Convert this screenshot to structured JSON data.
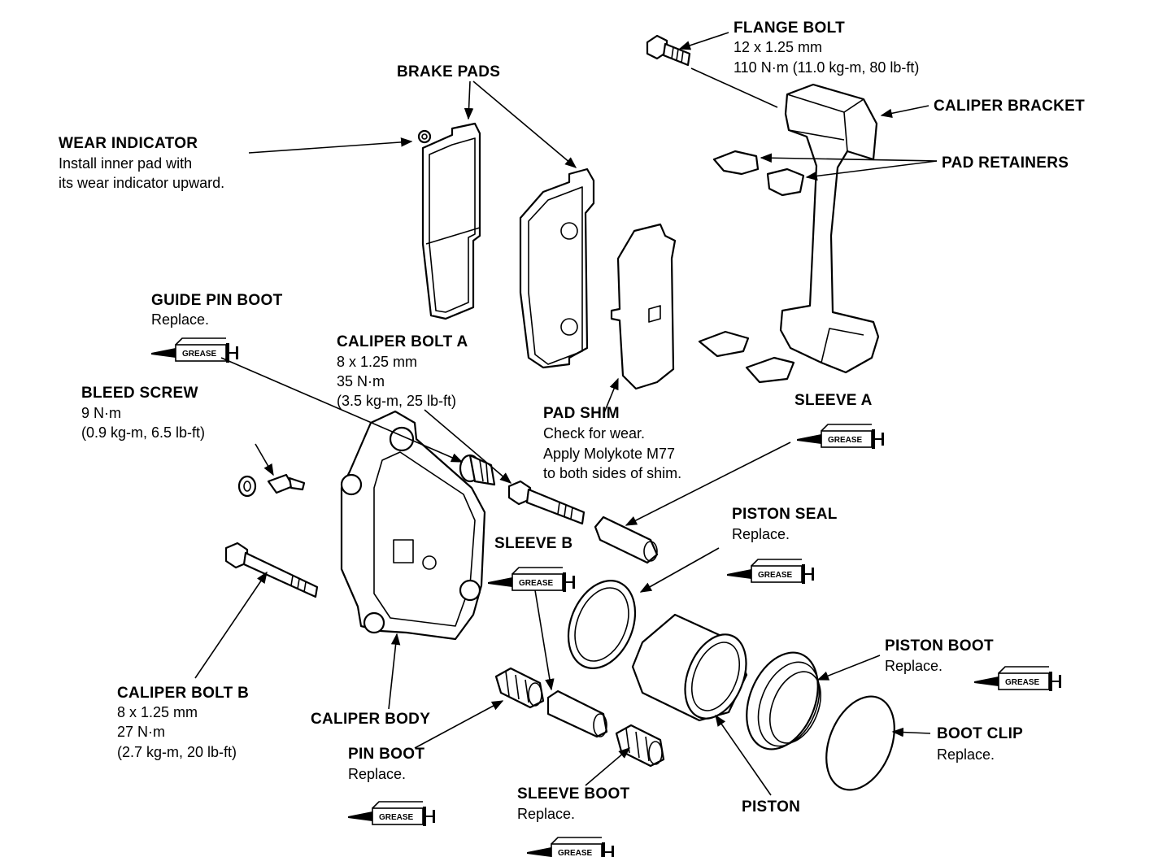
{
  "labels": {
    "flange_bolt": {
      "title": "FLANGE BOLT",
      "lines": [
        "12 x 1.25 mm",
        "110 N·m (11.0 kg-m, 80 lb-ft)"
      ]
    },
    "brake_pads": {
      "title": "BRAKE PADS"
    },
    "caliper_bracket": {
      "title": "CALIPER BRACKET"
    },
    "pad_retainers": {
      "title": "PAD RETAINERS"
    },
    "wear_indicator": {
      "title": "WEAR INDICATOR",
      "lines": [
        "Install inner pad with",
        "its wear indicator upward."
      ]
    },
    "guide_pin_boot": {
      "title": "GUIDE PIN BOOT",
      "lines": [
        "Replace."
      ]
    },
    "caliper_bolt_a": {
      "title": "CALIPER BOLT A",
      "lines": [
        "8 x 1.25 mm",
        "35 N·m",
        "(3.5 kg-m, 25 lb-ft)"
      ]
    },
    "bleed_screw": {
      "title": "BLEED SCREW",
      "lines": [
        "9 N·m",
        "(0.9 kg-m, 6.5 lb-ft)"
      ]
    },
    "pad_shim": {
      "title": "PAD SHIM",
      "lines": [
        "Check for wear.",
        "Apply Molykote M77",
        "to both sides of shim."
      ]
    },
    "sleeve_a": {
      "title": "SLEEVE A"
    },
    "piston_seal": {
      "title": "PISTON SEAL",
      "lines": [
        "Replace."
      ]
    },
    "sleeve_b": {
      "title": "SLEEVE B"
    },
    "piston_boot": {
      "title": "PISTON BOOT",
      "lines": [
        "Replace."
      ]
    },
    "caliper_bolt_b": {
      "title": "CALIPER  BOLT B",
      "lines": [
        "8 x 1.25 mm",
        "27 N·m",
        "(2.7 kg-m, 20 lb-ft)"
      ]
    },
    "caliper_body": {
      "title": "CALIPER BODY"
    },
    "pin_boot": {
      "title": "PIN BOOT",
      "lines": [
        "Replace."
      ]
    },
    "sleeve_boot": {
      "title": "SLEEVE BOOT",
      "lines": [
        "Replace."
      ]
    },
    "piston": {
      "title": "PISTON"
    },
    "boot_clip": {
      "title": "BOOT CLIP",
      "lines": [
        "Replace."
      ]
    }
  },
  "grease_label": "GREASE"
}
